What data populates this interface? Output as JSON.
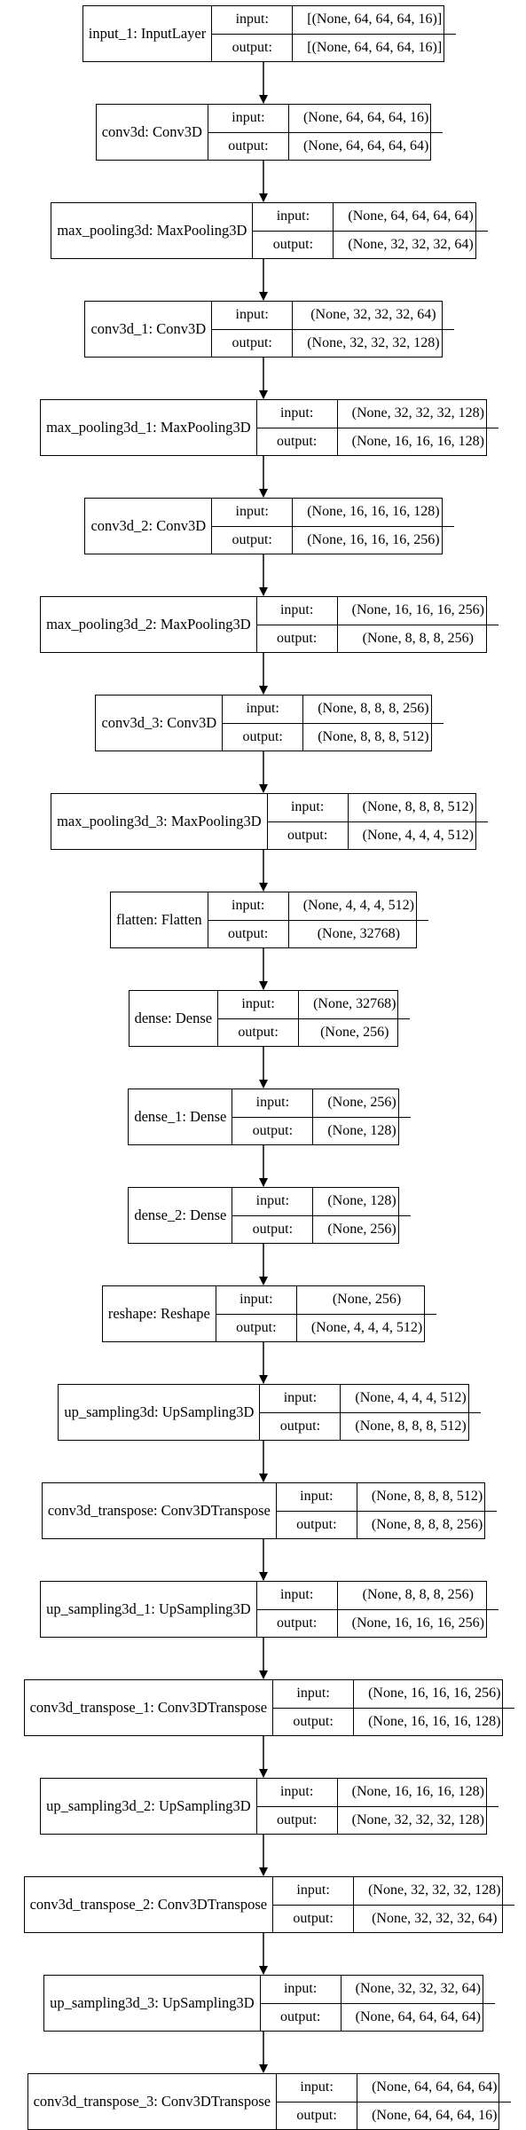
{
  "labels": {
    "input": "input:",
    "output": "output:"
  },
  "layers": [
    {
      "name": "input_1: InputLayer",
      "input": "[(None, 64, 64, 64, 16)]",
      "output": "[(None, 64, 64, 64, 16)]"
    },
    {
      "name": "conv3d: Conv3D",
      "input": "(None, 64, 64, 64, 16)",
      "output": "(None, 64, 64, 64, 64)"
    },
    {
      "name": "max_pooling3d: MaxPooling3D",
      "input": "(None, 64, 64, 64, 64)",
      "output": "(None, 32, 32, 32, 64)"
    },
    {
      "name": "conv3d_1: Conv3D",
      "input": "(None, 32, 32, 32, 64)",
      "output": "(None, 32, 32, 32, 128)"
    },
    {
      "name": "max_pooling3d_1: MaxPooling3D",
      "input": "(None, 32, 32, 32, 128)",
      "output": "(None, 16, 16, 16, 128)"
    },
    {
      "name": "conv3d_2: Conv3D",
      "input": "(None, 16, 16, 16, 128)",
      "output": "(None, 16, 16, 16, 256)"
    },
    {
      "name": "max_pooling3d_2: MaxPooling3D",
      "input": "(None, 16, 16, 16, 256)",
      "output": "(None, 8, 8, 8, 256)"
    },
    {
      "name": "conv3d_3: Conv3D",
      "input": "(None, 8, 8, 8, 256)",
      "output": "(None, 8, 8, 8, 512)"
    },
    {
      "name": "max_pooling3d_3: MaxPooling3D",
      "input": "(None, 8, 8, 8, 512)",
      "output": "(None, 4, 4, 4, 512)"
    },
    {
      "name": "flatten: Flatten",
      "input": "(None, 4, 4, 4, 512)",
      "output": "(None, 32768)"
    },
    {
      "name": "dense: Dense",
      "input": "(None, 32768)",
      "output": "(None, 256)"
    },
    {
      "name": "dense_1: Dense",
      "input": "(None, 256)",
      "output": "(None, 128)"
    },
    {
      "name": "dense_2: Dense",
      "input": "(None, 128)",
      "output": "(None, 256)"
    },
    {
      "name": "reshape: Reshape",
      "input": "(None, 256)",
      "output": "(None, 4, 4, 4, 512)"
    },
    {
      "name": "up_sampling3d: UpSampling3D",
      "input": "(None, 4, 4, 4, 512)",
      "output": "(None, 8, 8, 8, 512)"
    },
    {
      "name": "conv3d_transpose: Conv3DTranspose",
      "input": "(None, 8, 8, 8, 512)",
      "output": "(None, 8, 8, 8, 256)"
    },
    {
      "name": "up_sampling3d_1: UpSampling3D",
      "input": "(None, 8, 8, 8, 256)",
      "output": "(None, 16, 16, 16, 256)"
    },
    {
      "name": "conv3d_transpose_1: Conv3DTranspose",
      "input": "(None, 16, 16, 16, 256)",
      "output": "(None, 16, 16, 16, 128)"
    },
    {
      "name": "up_sampling3d_2: UpSampling3D",
      "input": "(None, 16, 16, 16, 128)",
      "output": "(None, 32, 32, 32, 128)"
    },
    {
      "name": "conv3d_transpose_2: Conv3DTranspose",
      "input": "(None, 32, 32, 32, 128)",
      "output": "(None, 32, 32, 32, 64)"
    },
    {
      "name": "up_sampling3d_3: UpSampling3D",
      "input": "(None, 32, 32, 32, 64)",
      "output": "(None, 64, 64, 64, 64)"
    },
    {
      "name": "conv3d_transpose_3: Conv3DTranspose",
      "input": "(None, 64, 64, 64, 64)",
      "output": "(None, 64, 64, 64, 16)"
    }
  ]
}
